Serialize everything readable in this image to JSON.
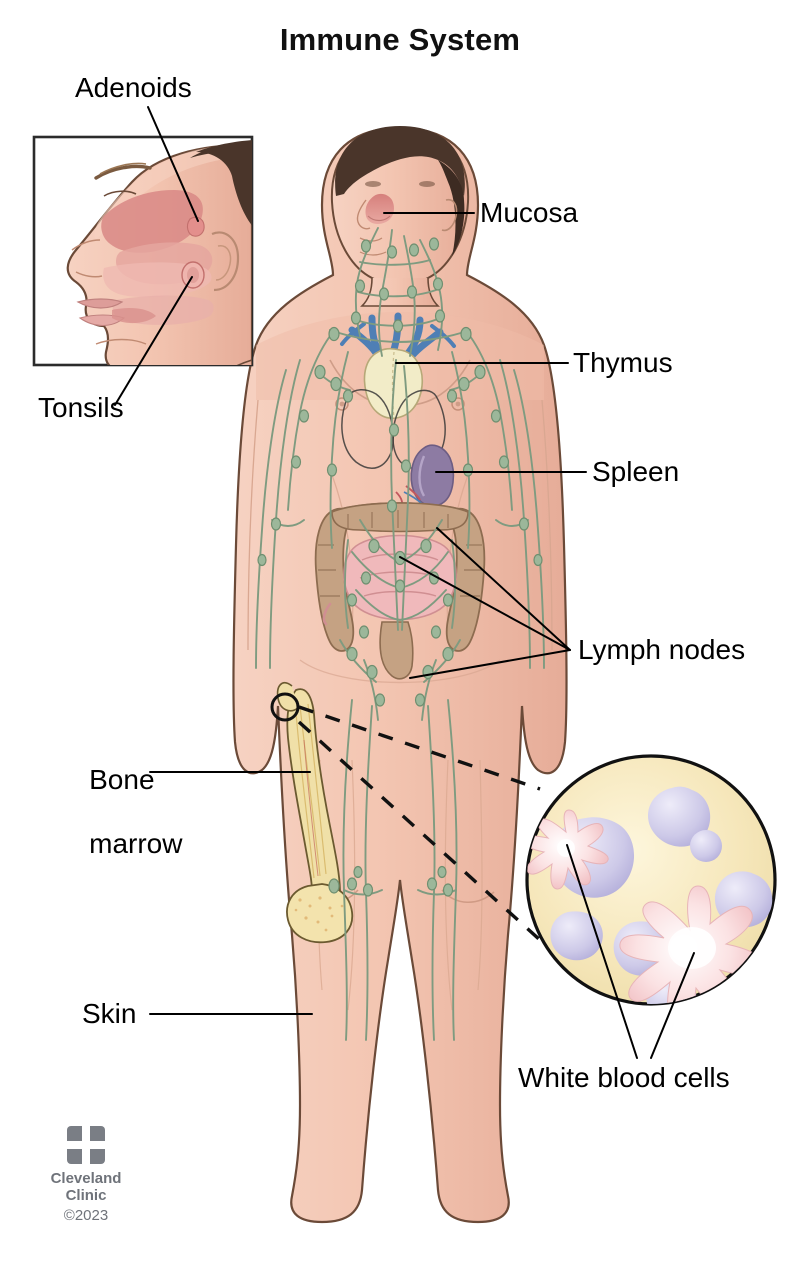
{
  "title": "Immune System",
  "labels": {
    "adenoids": "Adenoids",
    "tonsils": "Tonsils",
    "mucosa": "Mucosa",
    "thymus": "Thymus",
    "spleen": "Spleen",
    "lymph_nodes": "Lymph nodes",
    "bone_marrow_line1": "Bone",
    "bone_marrow_line2": "marrow",
    "skin": "Skin",
    "white_blood_cells": "White blood cells"
  },
  "logo": {
    "name_line1": "Cleveland",
    "name_line2": "Clinic",
    "copyright": "©2023",
    "mark": "four-square-bracket-logo"
  },
  "colors": {
    "skin": "#f3c5b1",
    "skin_shadow": "#e8b09c",
    "outline": "#6b4a38",
    "hair": "#4a352a",
    "lymph_vessel": "#7f9b80",
    "lymph_node": "#9cb79a",
    "mucosa": "#d98a86",
    "thymus": "#f2ecc8",
    "vein_blue": "#4f7fb5",
    "spleen": "#8d7ba3",
    "intestine": "#c5a283",
    "small_intestine": "#f0b9bb",
    "bone": "#f0e0a8",
    "marrow_bg": "#f6e9c0",
    "wbc_lavender": "#cdc9e8",
    "wbc_pink": "#f6d5d8",
    "label_text": "#000000",
    "leader_line": "#000000",
    "logo_gray": "#7a7e85",
    "background": "#ffffff"
  },
  "inset_boxes": {
    "head_profile": "head-profile-inset",
    "bone_marrow_magnifier": "white-blood-cell-magnifier-circle"
  }
}
